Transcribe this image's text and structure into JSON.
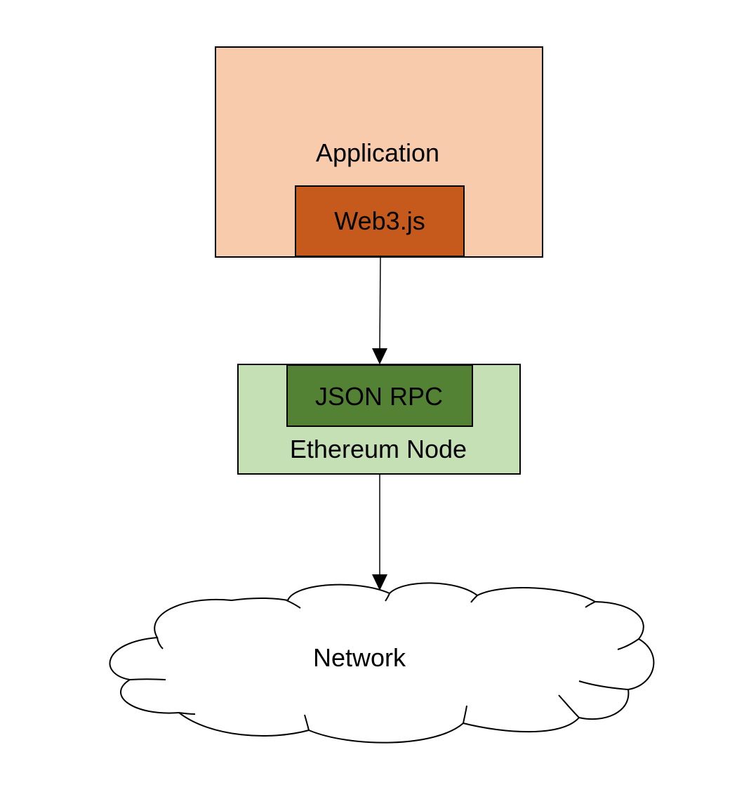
{
  "application": {
    "label": "Application",
    "color": "#F7CBAC"
  },
  "web3": {
    "label": "Web3.js",
    "color": "#C55A1C"
  },
  "ethereum_node": {
    "label": "Ethereum Node",
    "color": "#C5E0B4"
  },
  "json_rpc": {
    "label": "JSON RPC",
    "color": "#548235"
  },
  "network": {
    "label": "Network",
    "shape": "cloud"
  },
  "connectors": [
    {
      "from": "Web3.js",
      "to": "JSON RPC"
    },
    {
      "from": "Ethereum Node",
      "to": "Network"
    }
  ]
}
